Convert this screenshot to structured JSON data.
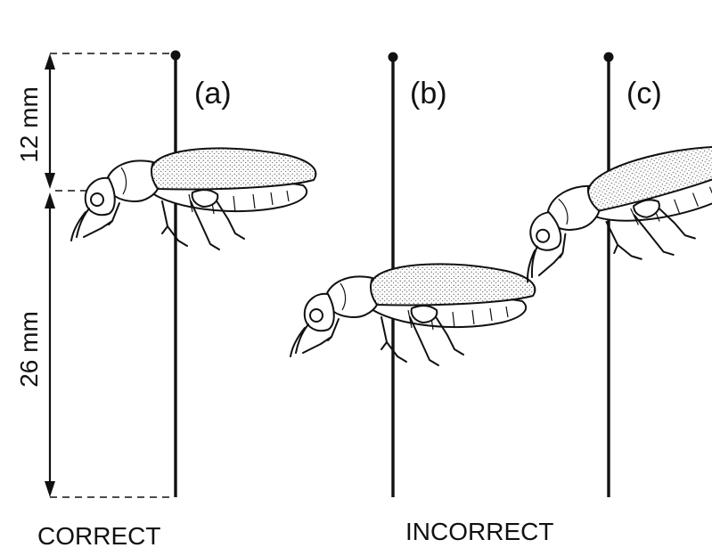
{
  "panels": [
    {
      "id": "a",
      "label": "(a)"
    },
    {
      "id": "b",
      "label": "(b)"
    },
    {
      "id": "c",
      "label": "(c)"
    }
  ],
  "dimensions": {
    "upper": "12 mm",
    "lower": "26 mm"
  },
  "captions": {
    "correct": "CORRECT",
    "incorrect": "INCORRECT"
  }
}
